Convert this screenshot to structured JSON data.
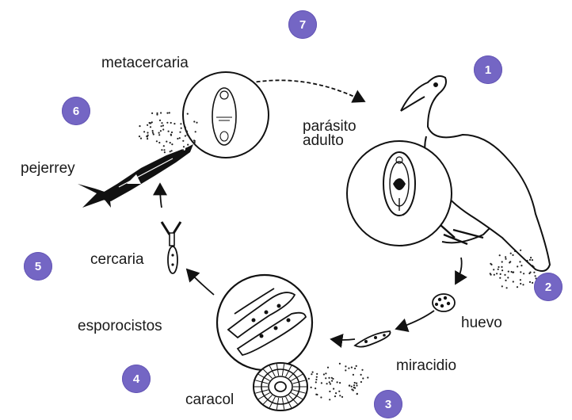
{
  "diagram": {
    "stage_labels": {
      "metacercaria": "metacercaria",
      "parasito_adulto": [
        "parásito",
        "adulto"
      ],
      "pejerrey": "pejerrey",
      "cercaria": "cercaria",
      "esporocistos": "esporocistos",
      "huevo": "huevo",
      "miracidio": "miracidio",
      "caracol": "caracol"
    },
    "step_badges": [
      "1",
      "2",
      "3",
      "4",
      "5",
      "6",
      "7"
    ],
    "colors": {
      "badge": "#7466c4",
      "ink": "#1a1a1a",
      "background": "#ffffff"
    }
  }
}
